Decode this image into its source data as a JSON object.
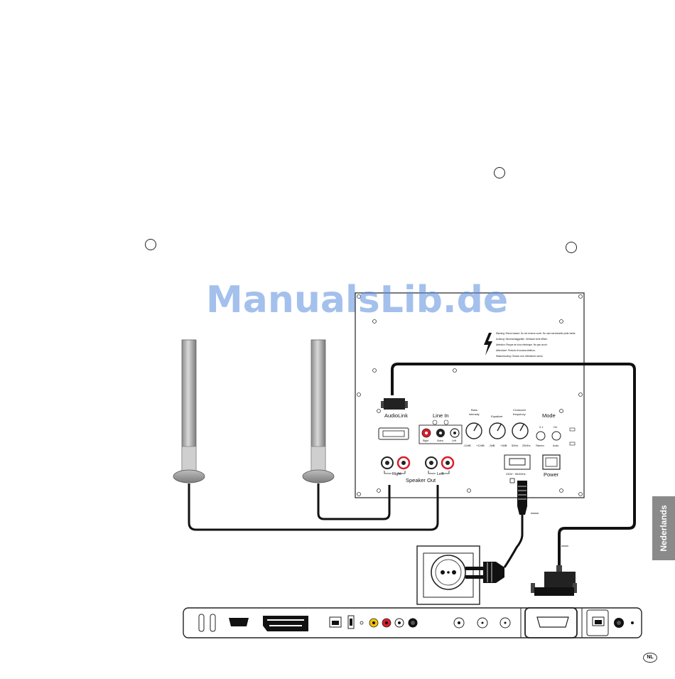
{
  "watermark": "ManualsLib.de",
  "side_tab": "Nederlands",
  "page_badge": "NL",
  "subwoofer": {
    "audiolink_label": "AudioLink",
    "line_in_label": "Line In",
    "line_in_right": "Right",
    "line_in_subw": "Subw.",
    "line_in_left": "Left",
    "bass_label": "Bass",
    "bass_label2": "intensity",
    "bass_min": "-12dB",
    "bass_max": "+12dB",
    "equalizer_label": "Equalizer",
    "eq_min": "-3dB",
    "eq_max": "+3dB",
    "crossover_label": "Crossover",
    "crossover_label2": "frequency",
    "xo_min": "50Hz",
    "xo_max": "250Hz",
    "mode_label": "Mode",
    "mode_21": "2.1",
    "mode_stereo": "Stereo",
    "mode_on": "On",
    "mode_auto": "Auto",
    "power_label": "Power",
    "mains_label": "230V~ 50/60Hz",
    "speaker_out_label": "Speaker Out",
    "speaker_right": "Right",
    "speaker_left": "Left",
    "warning_lines": [
      "Warning: Shock hazard. Do not remove cover. No user-serviceable parts inside.",
      "Achtung: Stromschlaggefahr. Gehäuse nicht öffnen.",
      "Attention: Risque de choc électrique. Ne pas ouvrir.",
      "Attenzione: Pericolo di scossa elettrica.",
      "Waarschuwing: Gevaar voor elektrische schok."
    ]
  },
  "colors": {
    "red_socket": "#d81e2c",
    "yellow_socket": "#f2c200",
    "cable": "#111111",
    "watermark": "#5b8ede",
    "tab": "#8a8a8a"
  }
}
